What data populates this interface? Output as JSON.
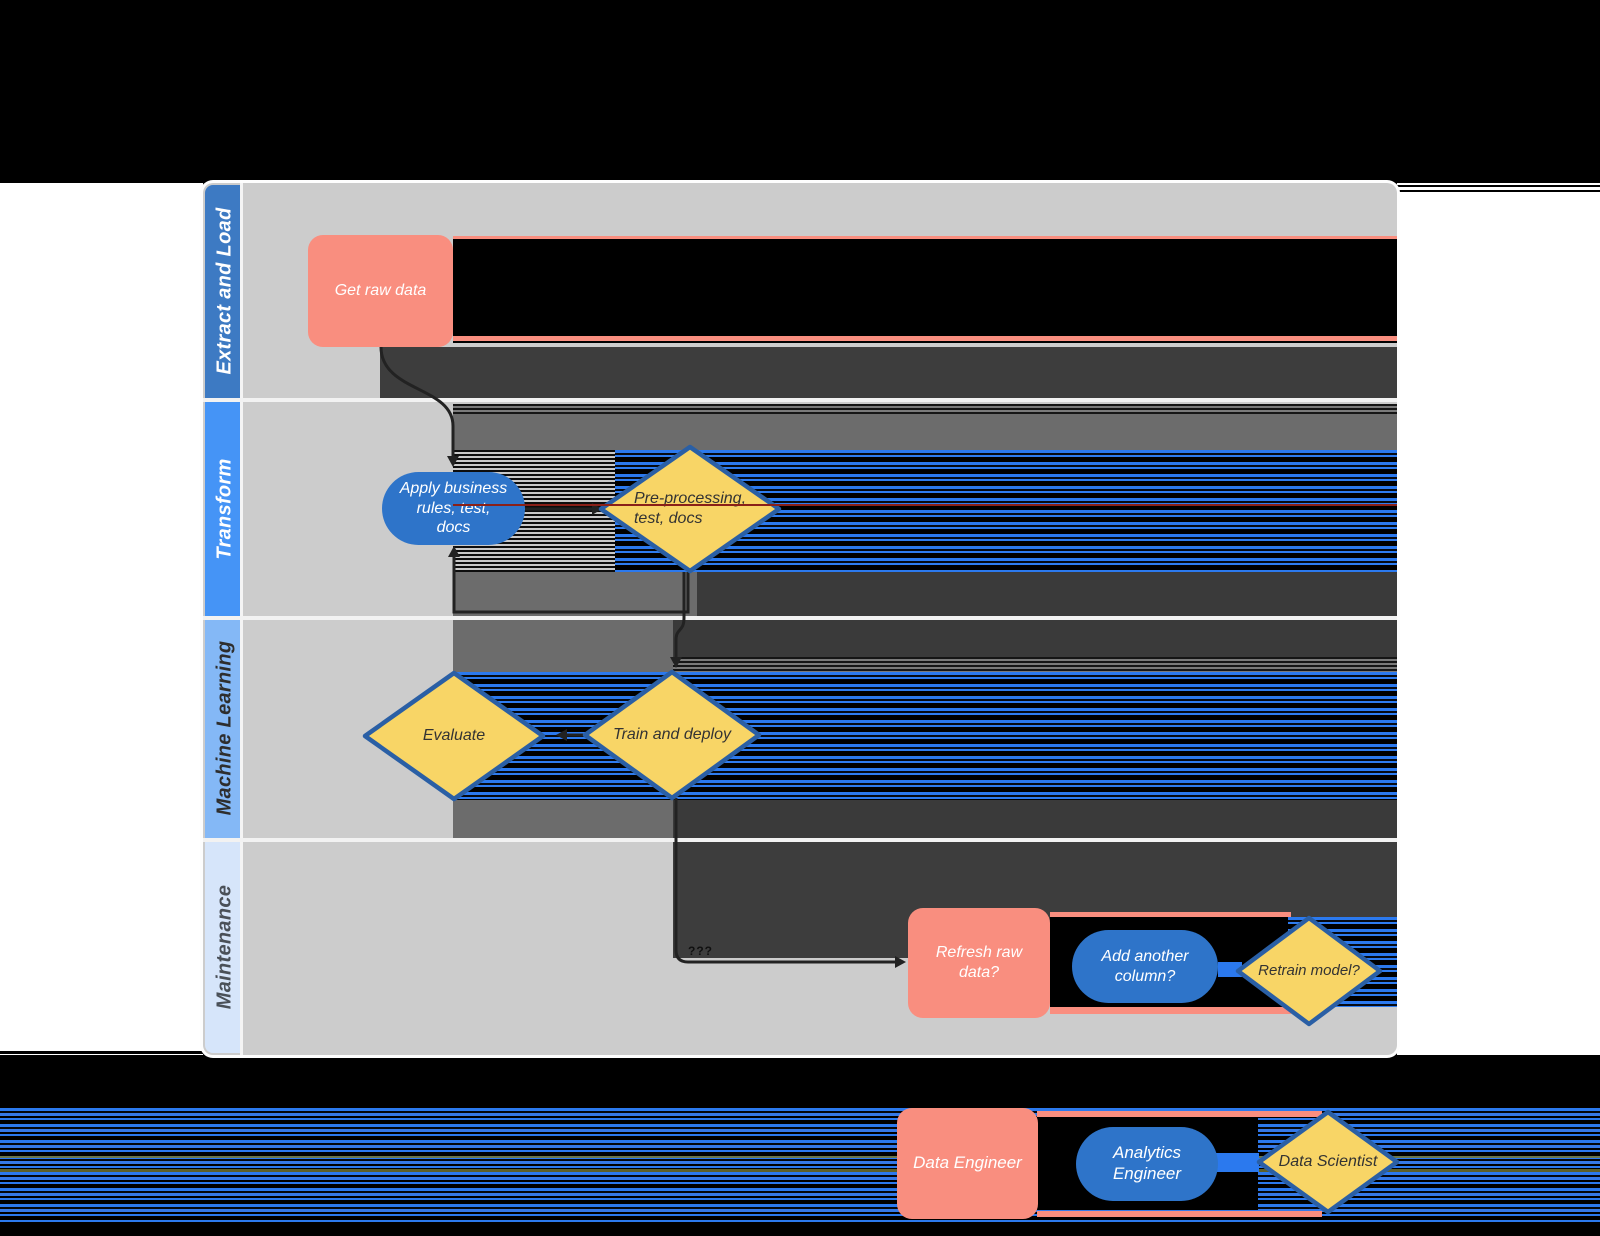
{
  "lanes": [
    {
      "label": "Extract and Load",
      "bar_color": "#3d7ac3",
      "text_color": "#ffffff"
    },
    {
      "label": "Transform",
      "bar_color": "#4594f6",
      "text_color": "#ffffff"
    },
    {
      "label": "Machine Learning",
      "bar_color": "#84b8f6",
      "text_color": "#2e2e2e"
    },
    {
      "label": "Maintenance",
      "bar_color": "#d6e5fa",
      "text_color": "#4a5058"
    }
  ],
  "nodes": {
    "get_raw_data": {
      "label": "Get raw data",
      "shape": "rounded-rectangle",
      "color": "#f98e7f"
    },
    "apply_business_rules": {
      "label": "Apply business\nrules, test,\ndocs",
      "shape": "stadium",
      "color": "#2e74c9"
    },
    "pre_processing": {
      "label": "Pre-processing,\ntest, docs",
      "shape": "diamond",
      "color": "#f8d566"
    },
    "evaluate": {
      "label": "Evaluate",
      "shape": "diamond",
      "color": "#f8d566"
    },
    "train_and_deploy": {
      "label": "Train and deploy",
      "shape": "diamond",
      "color": "#f8d566"
    },
    "refresh_raw_data": {
      "label": "Refresh raw\ndata?",
      "shape": "rounded-rectangle",
      "color": "#f98e7f"
    },
    "add_another_column": {
      "label": "Add another\ncolumn?",
      "shape": "stadium",
      "color": "#2e74c9"
    },
    "retrain_model": {
      "label": "Retrain model?",
      "shape": "diamond",
      "color": "#f8d566"
    }
  },
  "connector_label": "???",
  "legend": {
    "data_engineer": {
      "label": "Data Engineer",
      "shape": "rounded-rectangle",
      "color": "#f98e7f"
    },
    "analytics_engineer": {
      "label": "Analytics\nEngineer",
      "shape": "stadium",
      "color": "#2e74c9"
    },
    "data_scientist": {
      "label": "Data Scientist",
      "shape": "diamond",
      "color": "#f8d566"
    }
  },
  "colors": {
    "page_background": "#000000",
    "page_margin": "#ffffff",
    "lane_background": "#cccccc",
    "glitch_blue_stripe": "#2b79ee",
    "glitch_dark_band": "#3d3d3d",
    "glitch_gray_band": "#6c6c6c",
    "glitch_red_line": "#8a2018",
    "diamond_border": "#2a5fa5"
  }
}
